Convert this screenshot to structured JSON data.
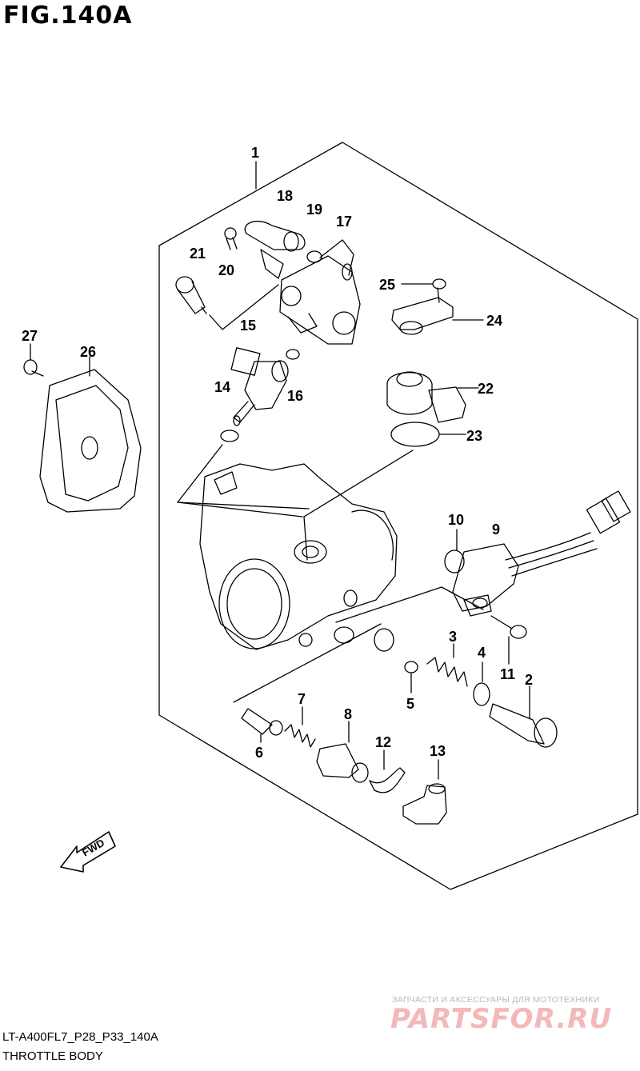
{
  "figure": {
    "title": "FIG.140A",
    "drawing_code": "LT-A400FL7_P28_P33_140A",
    "caption": "THROTTLE BODY"
  },
  "direction_arrow": {
    "label": "FWD"
  },
  "callouts": [
    "1",
    "2",
    "3",
    "4",
    "5",
    "6",
    "7",
    "8",
    "9",
    "10",
    "11",
    "12",
    "13",
    "14",
    "15",
    "16",
    "17",
    "18",
    "19",
    "20",
    "21",
    "22",
    "23",
    "24",
    "25",
    "26",
    "27"
  ],
  "watermark": {
    "tagline": "ЗАПЧАСТИ И АКСЕССУАРЫ ДЛЯ МОТОТЕХНИКИ",
    "brand": "PARTSFOR.RU",
    "color": "#f3b8b8"
  },
  "colors": {
    "line": "#000000",
    "background": "#ffffff"
  }
}
